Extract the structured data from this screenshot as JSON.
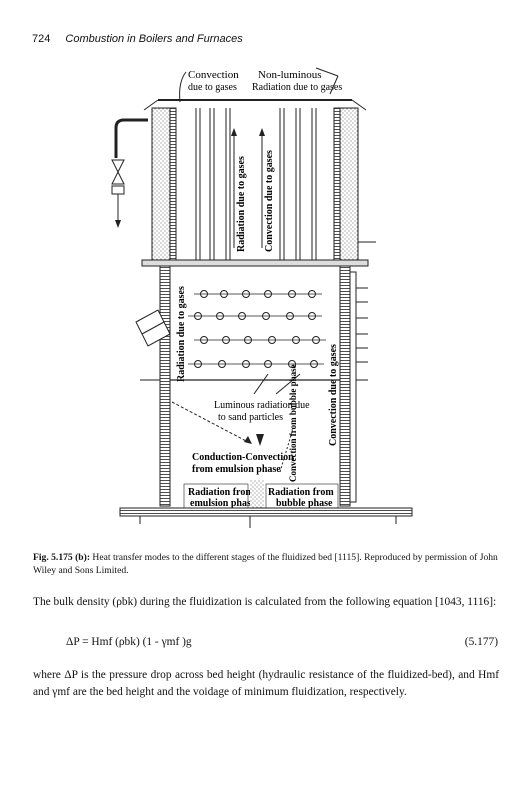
{
  "header": {
    "page_number": "724",
    "running_title": "Combustion in Boilers and Furnaces"
  },
  "figure": {
    "labels": {
      "convection_gases_1": "Convection",
      "convection_gases_2": "due to gases",
      "nonlum_1": "Non-luminous",
      "nonlum_2": "Radiation due to gases",
      "rad_gases_left": "Radiation due to gases",
      "conv_gases_mid": "Convection due to gases",
      "rad_gases_lower": "Radiation due to gases",
      "conv_gases_right": "Convection due to gases",
      "luminous_1": "Luminous radiation due",
      "luminous_2": "to sand particles",
      "cond_conv_1": "Conduction-Convection",
      "cond_conv_2": "from emulsion phase",
      "conv_bubble": "Convection from bubble phase",
      "rad_emul_1": "Radiation from",
      "rad_emul_2": "emulsion phase",
      "rad_bub_1": "Radiation from",
      "rad_bub_2": "bubble phase"
    }
  },
  "caption": {
    "label": "Fig. 5.175 (b):",
    "text": " Heat transfer modes to the different stages of the fluidized bed [1115]. Reproduced by permission of John Wiley and Sons Limited."
  },
  "body": {
    "para1": "The bulk density (ρbk) during the fluidization is calculated from the following equation [1043, 1116]:",
    "equation": "ΔP = Hmf (ρbk) (1 - γmf )g",
    "equation_number": "(5.177)",
    "para2": "where ΔP is the pressure drop across bed height (hydraulic resistance of the fluidized-bed), and Hmf and γmf are the bed height and the voidage of minimum fluidization, respectively."
  }
}
